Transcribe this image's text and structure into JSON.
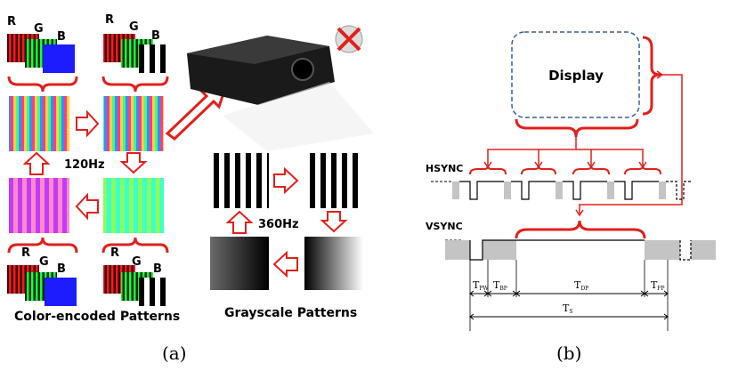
{
  "panel_a": {
    "rgb_top_left": {
      "r": "R",
      "g": "G",
      "b": "B"
    },
    "rgb_top_right": {
      "r": "R",
      "g": "G",
      "b": "B"
    },
    "rgb_bottom_left": {
      "r": "R",
      "g": "G",
      "b": "B"
    },
    "rgb_bottom_right": {
      "r": "R",
      "g": "G",
      "b": "B"
    },
    "rate_color": "120Hz",
    "rate_gray": "360Hz",
    "caption_color": "Color-encoded Patterns",
    "caption_gray": "Grayscale Patterns",
    "panel_label": "(a)"
  },
  "panel_b": {
    "display_label": "Display",
    "hsync_label": "HSYNC",
    "vsync_label": "VSYNC",
    "t_pw": {
      "main": "T",
      "sub": "PW"
    },
    "t_bp": {
      "main": "T",
      "sub": "BP"
    },
    "t_dp": {
      "main": "T",
      "sub": "DP"
    },
    "t_fp": {
      "main": "T",
      "sub": "FP"
    },
    "t_s": {
      "main": "T",
      "sub": "S"
    },
    "panel_label": "(b)"
  },
  "colors": {
    "accent_red": "#e0201c",
    "signal_gray": "#c4c4c4",
    "display_border": "#3a5d9c"
  }
}
